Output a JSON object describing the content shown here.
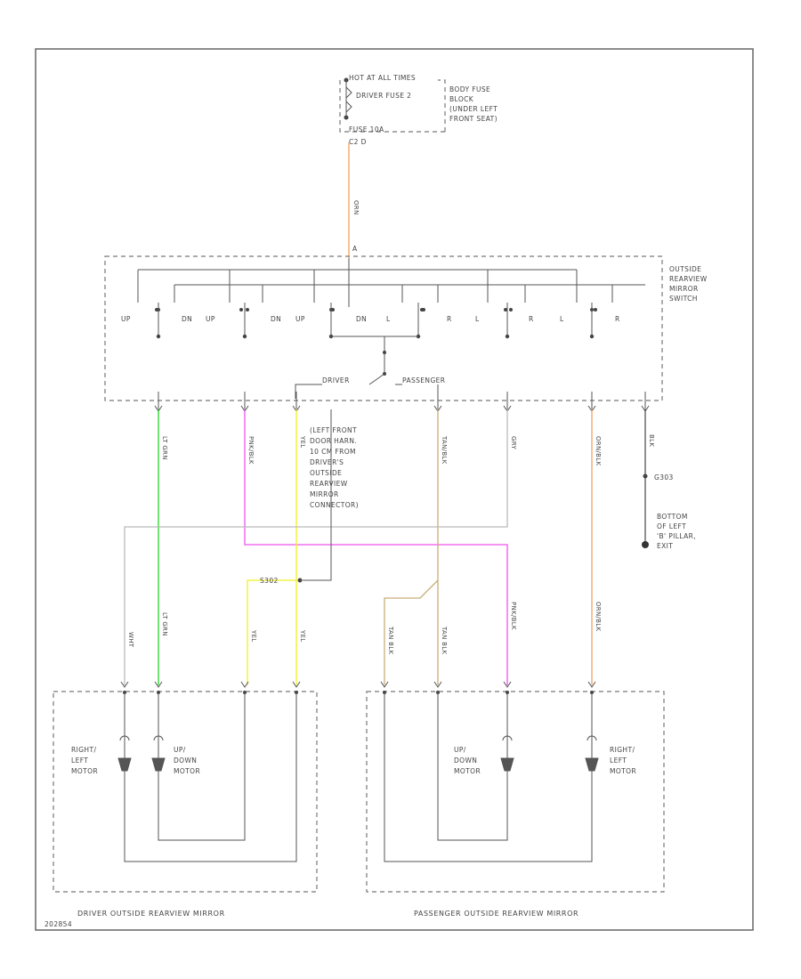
{
  "fuse_block": {
    "header": "HOT AT ALL TIMES",
    "fuse_name": "DRIVER FUSE 2",
    "fuse_rating": "FUSE 10A",
    "location": [
      "BODY FUSE",
      "BLOCK",
      "(UNDER LEFT",
      "FRONT SEAT)"
    ],
    "pins": "C2 D"
  },
  "switch": {
    "title": [
      "OUTSIDE",
      "REARVIEW",
      "MIRROR",
      "SWITCH"
    ],
    "contacts": [
      "UP",
      "DN",
      "UP",
      "DN",
      "UP",
      "DN",
      "L",
      "R",
      "L",
      "R",
      "L",
      "R"
    ],
    "selector_driver": "DRIVER",
    "selector_passenger": "PASSENGER",
    "pin_top": "A"
  },
  "wires": {
    "feed": "ORN",
    "lt_grn": "LT GRN",
    "pnk_blk": "PNK/BLK",
    "yel_left": "YEL",
    "tan": "TAN/BLK",
    "gray": "GRY",
    "orn_blk": "ORN/BLK",
    "blk": "BLK",
    "drv_wht": "WHT",
    "drv_ltgrn": "LT GRN",
    "drv_yel1": "YEL",
    "drv_yel2": "YEL",
    "pass_tan1": "TAN BLK",
    "pass_tan2": "TAN BLK",
    "pass_pnk": "PNK/BLK",
    "pass_orn": "ORN/BLK",
    "splice": "S302"
  },
  "note": [
    "(LEFT FRONT",
    "DOOR HARN.",
    "10 CM FROM",
    "DRIVER'S",
    "OUTSIDE",
    "REARVIEW",
    "MIRROR",
    "CONNECTOR)"
  ],
  "ground": {
    "id": "G303",
    "label": [
      "BOTTOM",
      "OF LEFT",
      "'B' PILLAR,",
      "EXIT"
    ]
  },
  "driver_mirror": {
    "caption": "DRIVER OUTSIDE REARVIEW MIRROR",
    "motor_rl": [
      "RIGHT/",
      "LEFT",
      "MOTOR"
    ],
    "motor_ud": [
      "UP/",
      "DOWN",
      "MOTOR"
    ]
  },
  "passenger_mirror": {
    "caption": "PASSENGER OUTSIDE REARVIEW MIRROR",
    "motor_ud": [
      "UP/",
      "DOWN",
      "MOTOR"
    ],
    "motor_rl": [
      "RIGHT/",
      "LEFT",
      "MOTOR"
    ]
  },
  "colors": {
    "orange": "#f5a25d",
    "green": "#22d822",
    "magenta": "#ee55ee",
    "yellow": "#f0f020",
    "tan": "#c8ad78",
    "gray": "#bbbbbb",
    "line": "#555555"
  },
  "diagram_id": "202854"
}
